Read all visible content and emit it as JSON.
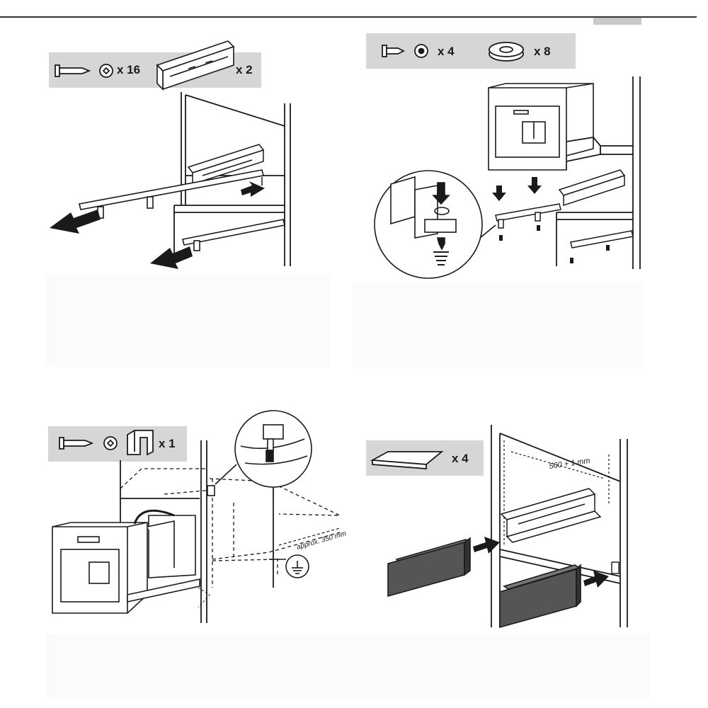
{
  "colors": {
    "label_box": "#d6d6d6",
    "line": "#1a1a1a",
    "panel_fill": "#555555",
    "background": "#ffffff"
  },
  "step1": {
    "qty_screws": "x 16",
    "qty_rails": "x 2",
    "icons": [
      "screw-icon",
      "washer-icon",
      "rail-icon",
      "arrow-out-icon",
      "arrow-in-icon"
    ]
  },
  "step2": {
    "qty_screws": "x 4",
    "qty_spacers": "x 8",
    "icons": [
      "screw-icon",
      "washer-icon",
      "spacer-ring-icon",
      "arrow-down-icon",
      "detail-circle-icon",
      "coffee-machine-icon"
    ]
  },
  "step3": {
    "qty_clips": "x 1",
    "dim_label": "approx. 350 mm",
    "icons": [
      "screw-icon",
      "washer-icon",
      "bracket-clip-icon",
      "ground-symbol-icon",
      "detail-circle-icon",
      "coffee-machine-icon"
    ]
  },
  "step4": {
    "qty_panels": "x 4",
    "dim_label": "560 + 1 mm",
    "icons": [
      "panel-strip-icon",
      "arrow-right-icon"
    ]
  }
}
